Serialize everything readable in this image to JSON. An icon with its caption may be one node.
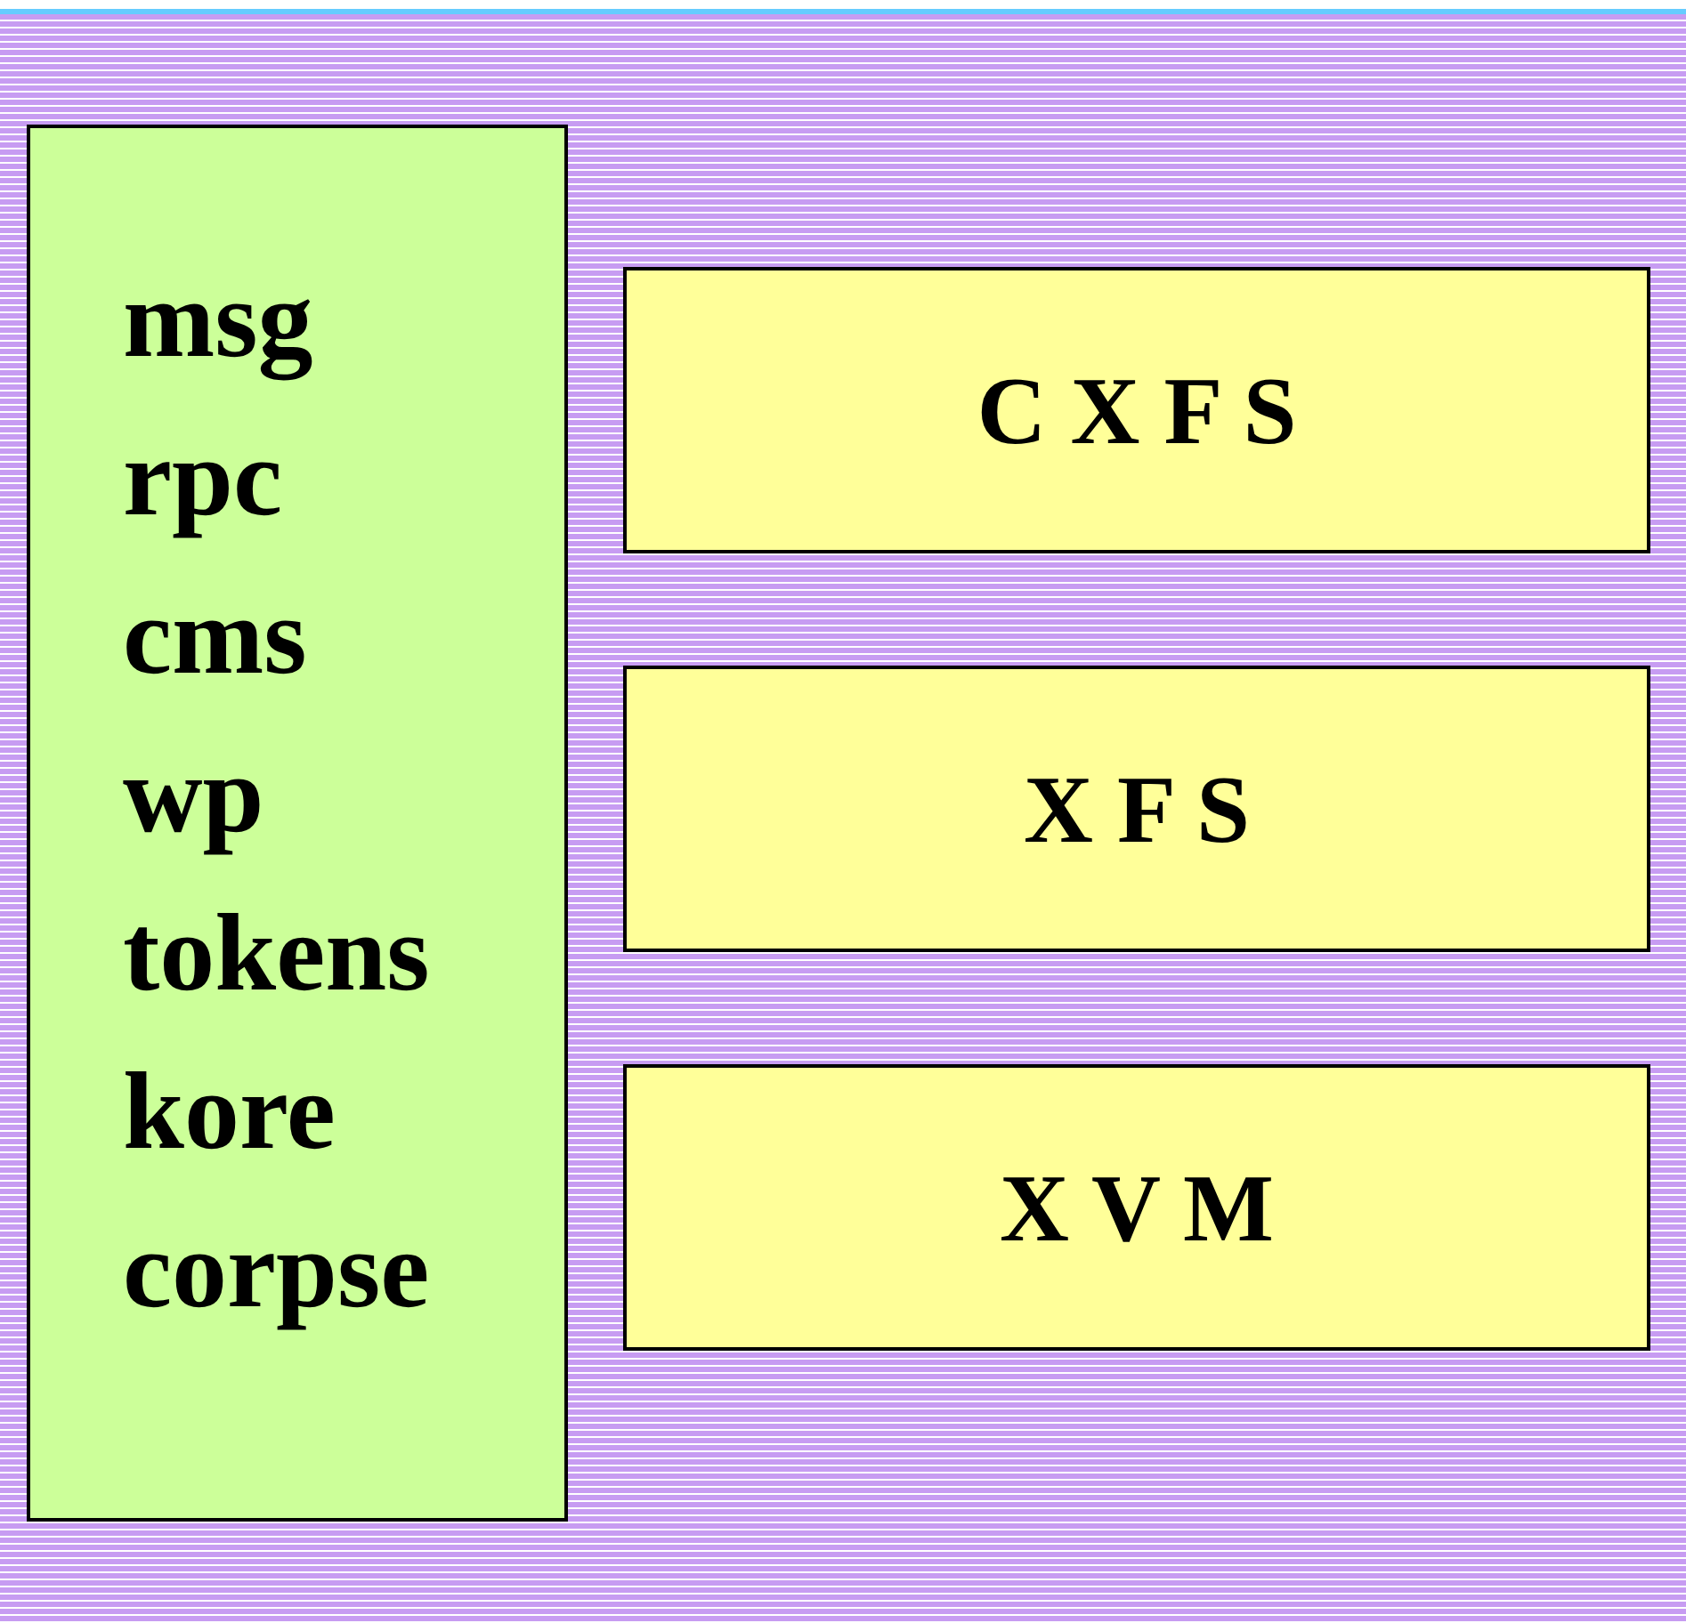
{
  "diagram": {
    "nodes": [
      {
        "text": [
          "msg",
          "rpc",
          "cms",
          "wp",
          "tokens",
          "kore",
          "corpse"
        ]
      },
      {
        "text": [
          "C X F S"
        ]
      },
      {
        "text": [
          "X F S"
        ]
      },
      {
        "text": [
          "X V M"
        ]
      }
    ]
  }
}
